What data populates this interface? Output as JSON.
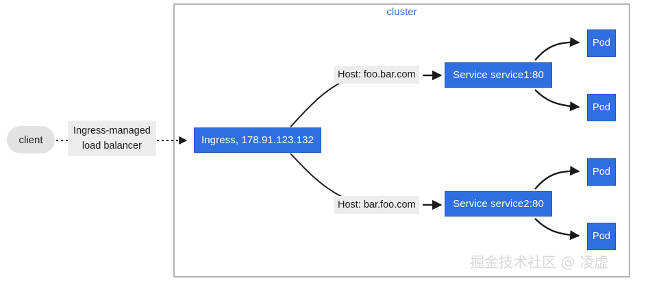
{
  "diagram": {
    "title_visible": false,
    "cluster": {
      "label": "cluster",
      "label_color": "#2f6fdf",
      "border_color": "#b3b3b3"
    },
    "colors": {
      "node_blue": "#2f6fdf",
      "node_blue_border": "#2558b8",
      "node_text": "#ffffff",
      "label_bg": "#ededed",
      "client_bg": "#e2e2e2",
      "edge_stroke": "#1a1a1a",
      "watermark": "#d8d8d8"
    },
    "client": {
      "label": "client"
    },
    "edges": {
      "load_balancer_label": "Ingress-managed\nload balancer",
      "load_balancer_label_line1": "Ingress-managed",
      "load_balancer_label_line2": "load balancer",
      "host1_label": "Host: foo.bar.com",
      "host2_label": "Host: bar.foo.com"
    },
    "nodes": {
      "ingress": "Ingress, 178.91.123.132",
      "service1": "Service service1:80",
      "service2": "Service service2:80",
      "pod1": "Pod",
      "pod2": "Pod",
      "pod3": "Pod",
      "pod4": "Pod"
    },
    "watermark": "掘金技术社区 @ 凌虚"
  }
}
